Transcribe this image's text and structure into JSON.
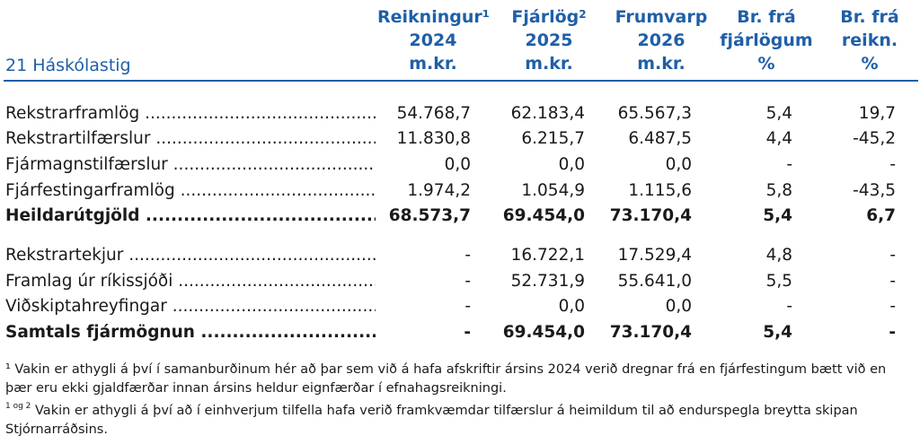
{
  "section_title": "21 Háskólastig",
  "headers": [
    {
      "l1": "Reikningur¹",
      "l2": "2024",
      "l3": "m.kr."
    },
    {
      "l1": "Fjárlög",
      "sup": "2",
      "l2": "2025",
      "l3": "m.kr."
    },
    {
      "l1": "Frumvarp",
      "l2": "2026",
      "l3": "m.kr."
    },
    {
      "l1": "Br. frá",
      "l2": "fjárlögum",
      "l3": "%"
    },
    {
      "l1": "Br. frá",
      "l2": "reikn.",
      "l3": "%"
    }
  ],
  "rows": [
    {
      "label": "Rekstrarframlög",
      "v": [
        "54.768,7",
        "62.183,4",
        "65.567,3",
        "5,4",
        "19,7"
      ]
    },
    {
      "label": "Rekstrartilfærslur",
      "v": [
        "11.830,8",
        "6.215,7",
        "6.487,5",
        "4,4",
        "-45,2"
      ]
    },
    {
      "label": "Fjármagnstilfærslur",
      "v": [
        "0,0",
        "0,0",
        "0,0",
        "-",
        "-"
      ]
    },
    {
      "label": "Fjárfestingarframlög",
      "v": [
        "1.974,2",
        "1.054,9",
        "1.115,6",
        "5,8",
        "-43,5"
      ]
    },
    {
      "label": "Heildarútgjöld",
      "v": [
        "68.573,7",
        "69.454,0",
        "73.170,4",
        "5,4",
        "6,7"
      ]
    },
    {
      "label": "Rekstrartekjur",
      "v": [
        "-",
        "16.722,1",
        "17.529,4",
        "4,8",
        "-"
      ]
    },
    {
      "label": "Framlag úr ríkissjóði",
      "v": [
        "-",
        "52.731,9",
        "55.641,0",
        "5,5",
        "-"
      ]
    },
    {
      "label": "Viðskiptahreyfingar",
      "v": [
        "-",
        "0,0",
        "0,0",
        "-",
        "-"
      ]
    },
    {
      "label": "Samtals fjármögnun",
      "v": [
        "-",
        "69.454,0",
        "73.170,4",
        "5,4",
        "-"
      ]
    }
  ],
  "footnotes": {
    "fn1": "¹ Vakin er athygli á því í samanburðinum hér að þar sem við á hafa afskriftir ársins 2024 verið dregnar frá en fjárfestingum bætt við en þær eru ekki gjaldfærðar innan ársins heldur eignfærðar í efnahagsreikningi.",
    "fn2_marker": "1 og 2",
    "fn2": " Vakin er athygli á því að í einhverjum tilfella hafa verið framkvæmdar tilfærslur á heimildum til að endurspegla breytta skipan Stjórnarráðsins."
  }
}
